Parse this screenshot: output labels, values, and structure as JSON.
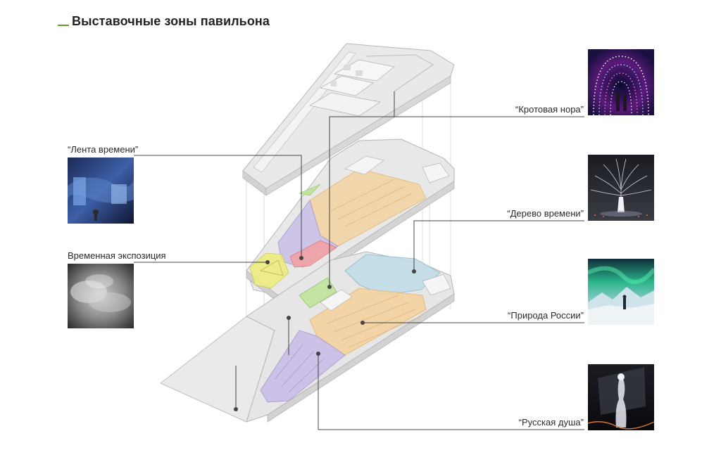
{
  "header": {
    "title": "Выставочные зоны павильона",
    "accent_color": "#5aa02c"
  },
  "zones": [
    {
      "id": "lenta",
      "label": "“Лента времени”"
    },
    {
      "id": "vremennaya",
      "label": "Временная экспозиция"
    },
    {
      "id": "krotovaya",
      "label": "“Кротовая нора”"
    },
    {
      "id": "derevo",
      "label": "“Дерево времени”"
    },
    {
      "id": "priroda",
      "label": "“Природа России”"
    },
    {
      "id": "dusha",
      "label": "“Русская душа”"
    }
  ],
  "colors": {
    "purple": "#c9bde6",
    "orange": "#f3d2a0",
    "yellow": "#ecec80",
    "red": "#f2a0a0",
    "green": "#bfe39a",
    "blue": "#c0dbe6"
  }
}
